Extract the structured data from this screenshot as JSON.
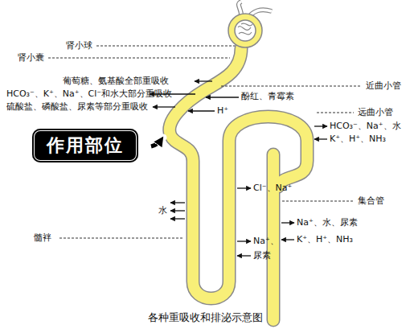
{
  "diagram": {
    "caption": "各种重吸收和排泌示意图",
    "nodes": [
      {
        "text": [
          "作用部位"
        ]
      }
    ],
    "labels": [
      "肾小球",
      "肾小囊",
      "葡萄糖、氨基酸全部重吸收",
      "HCO₃⁻、K⁺、Na⁺、Cl⁻和水大部分重吸收",
      "硫酸盐、磷酸盐、尿素等部分重吸收",
      "近曲小管",
      "酚红、青霉素",
      "H⁺",
      "远曲小管",
      "HCO₃⁻、Na⁺、水",
      "K⁺、H⁺、NH₃",
      "Cl⁻、Na⁺",
      "集合管",
      "水",
      "髓袢",
      "Na⁺、",
      "尿素",
      "Na⁺、水、尿素",
      "K⁺、H⁺、NH₃"
    ]
  }
}
